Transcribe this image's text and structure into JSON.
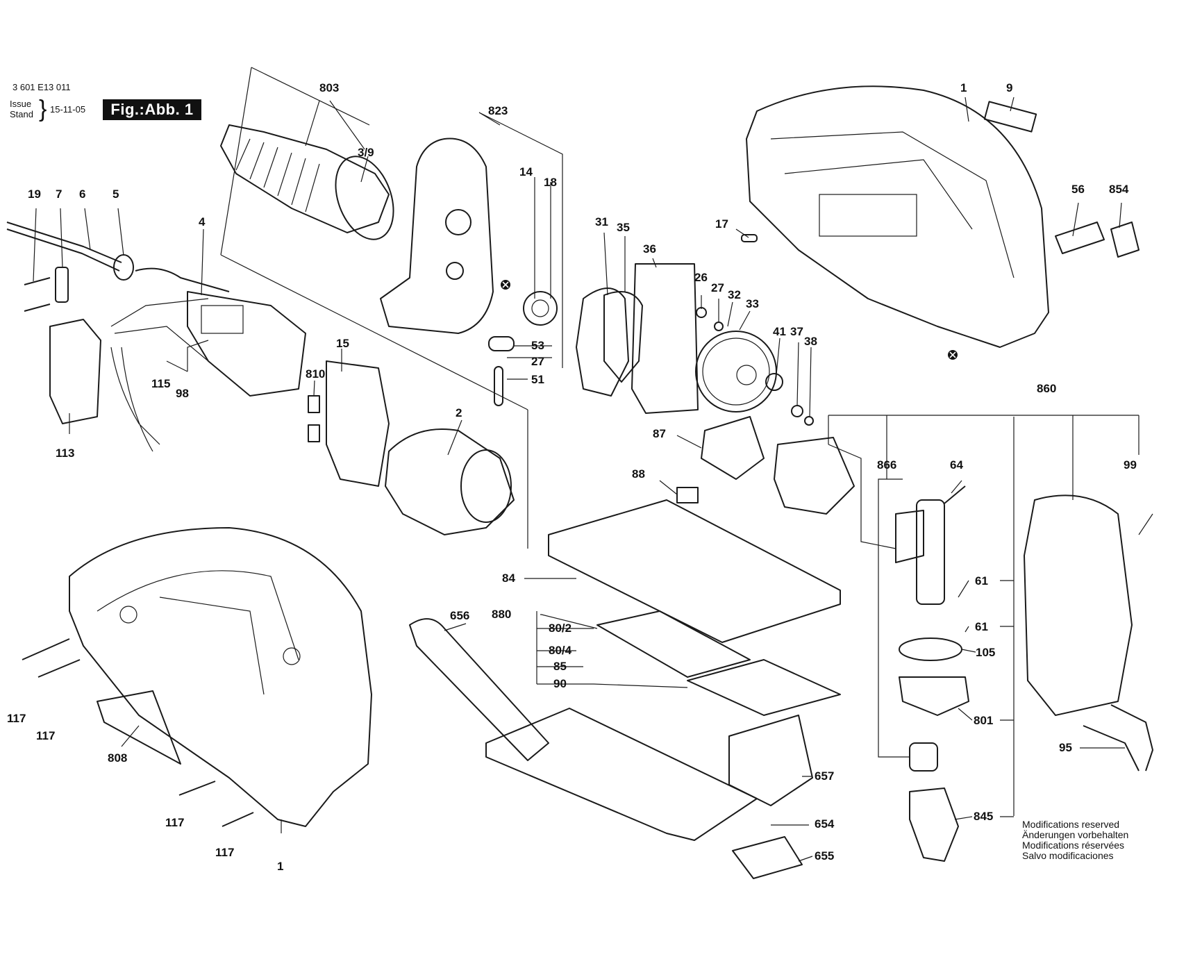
{
  "header": {
    "doc_number": "3 601 E13 011",
    "issue_label": "Issue",
    "stand_label": "Stand",
    "date": "15-11-05",
    "figure_label": "Fig.:Abb. 1"
  },
  "notes": [
    "Modifications reserved",
    "Änderungen vorbehalten",
    "Modifications réservées",
    "Salvo modificaciones"
  ],
  "labels": {
    "p803": "803",
    "p3_9": "3/9",
    "p823": "823",
    "p14": "14",
    "p18": "18",
    "p1": "1",
    "p9": "9",
    "p19": "19",
    "p7": "7",
    "p6": "6",
    "p5": "5",
    "p4": "4",
    "p56": "56",
    "p854": "854",
    "p17": "17",
    "p31": "31",
    "p35": "35",
    "p36": "36",
    "p26": "26",
    "p27a": "27",
    "p32": "32",
    "p33": "33",
    "p41": "41",
    "p37": "37",
    "p38": "38",
    "p53": "53",
    "p27b": "27",
    "p51": "51",
    "p15": "15",
    "p810": "810",
    "p115": "115",
    "p98": "98",
    "p113": "113",
    "p2": "2",
    "p860": "860",
    "p87": "87",
    "p866": "866",
    "p64": "64",
    "p99": "99",
    "p88": "88",
    "p84": "84",
    "p880": "880",
    "p80_2": "80/2",
    "p80_4": "80/4",
    "p85": "85",
    "p90": "90",
    "p656": "656",
    "p61a": "61",
    "p61b": "61",
    "p105": "105",
    "p801": "801",
    "p95": "95",
    "p657": "657",
    "p654": "654",
    "p655": "655",
    "p845": "845",
    "p117a": "117",
    "p117b": "117",
    "p808": "808",
    "p117c": "117",
    "p117d": "117",
    "p1b": "1"
  },
  "icons": {
    "marker": "filled-circle-x-marker"
  }
}
